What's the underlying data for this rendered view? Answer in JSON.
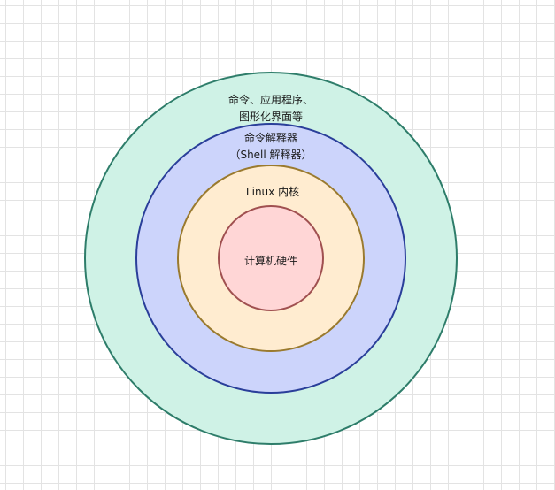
{
  "layers": [
    {
      "id": "outer",
      "lines": [
        "命令、应用程序、",
        "图形化界面等"
      ],
      "fill": "#cff2e6",
      "stroke": "#2e7d6a"
    },
    {
      "id": "shell",
      "lines": [
        "命令解释器",
        "（Shell 解释器）"
      ],
      "fill": "#ccd4fb",
      "stroke": "#2a3f9a"
    },
    {
      "id": "kernel",
      "lines": [
        "Linux 内核"
      ],
      "fill": "#ffecd0",
      "stroke": "#9a7a2e"
    },
    {
      "id": "hardware",
      "lines": [
        "计算机硬件"
      ],
      "fill": "#ffd6d6",
      "stroke": "#a05050"
    }
  ]
}
